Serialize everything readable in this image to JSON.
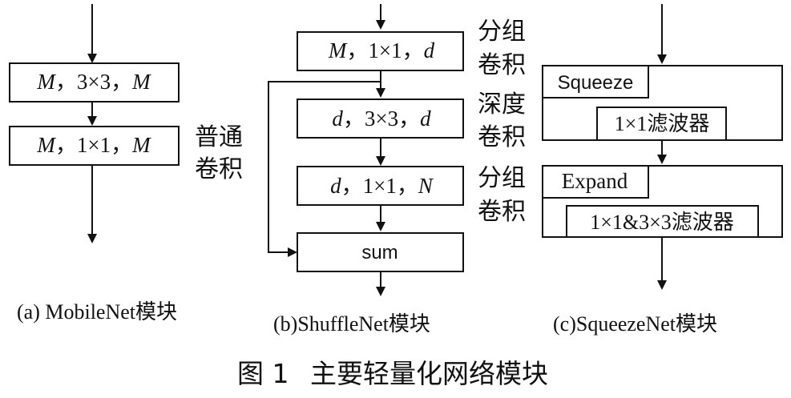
{
  "colors": {
    "ink": "#111111",
    "background": "#ffffff"
  },
  "figure": {
    "caption_number": "图 1",
    "caption_text": "主要轻量化网络模块"
  },
  "panels": {
    "a": {
      "box1": {
        "m1": "M",
        "mid": "，3×3，",
        "m2": "M"
      },
      "box2": {
        "m1": "M",
        "mid": "，1×1，",
        "m2": "M"
      },
      "side_label": [
        "普通",
        "卷积"
      ],
      "caption": "(a) MobileNet模块"
    },
    "b": {
      "box1": {
        "v1": "M",
        "mid": "，1×1，",
        "v2": "d"
      },
      "box2": {
        "v1": "d",
        "mid": "，3×3，",
        "v2": "d"
      },
      "box3": {
        "v1": "d",
        "mid": "，1×1，",
        "v2": "N"
      },
      "sum_label": "sum",
      "side_labels": [
        [
          "分组",
          "卷积"
        ],
        [
          "深度",
          "卷积"
        ],
        [
          "分组",
          "卷积"
        ]
      ],
      "caption": "(b)ShuffleNet模块"
    },
    "c": {
      "squeeze_label": "Squeeze",
      "squeeze_filter": "1×1滤波器",
      "expand_label": "Expand",
      "expand_filter": "1×1&3×3滤波器",
      "caption": "(c)SqueezeNet模块"
    }
  }
}
